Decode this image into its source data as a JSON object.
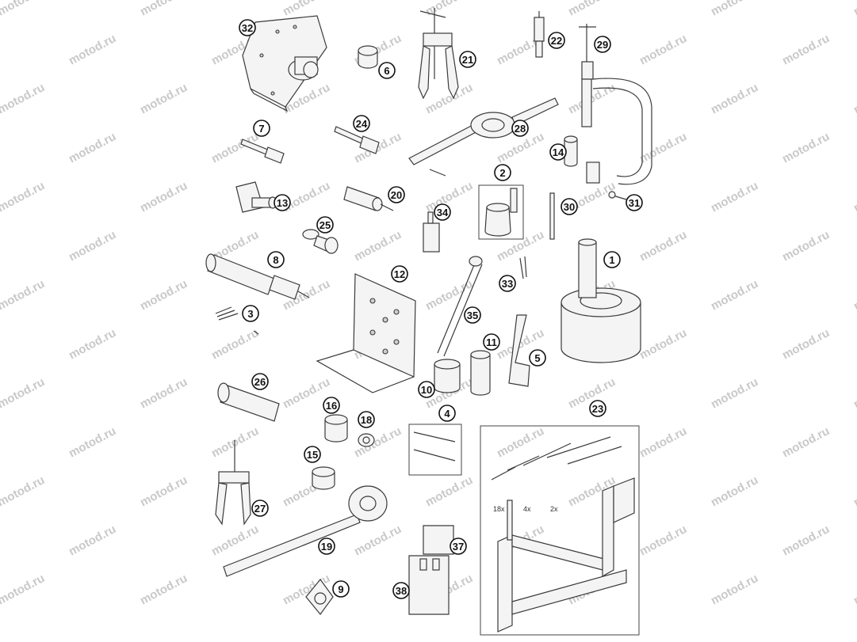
{
  "watermark": "motod.ru",
  "callouts": [
    "1",
    "2",
    "3",
    "4",
    "5",
    "6",
    "7",
    "8",
    "9",
    "10",
    "11",
    "12",
    "13",
    "14",
    "15",
    "16",
    "18",
    "19",
    "20",
    "21",
    "22",
    "23",
    "24",
    "25",
    "26",
    "27",
    "28",
    "29",
    "30",
    "31",
    "32",
    "33",
    "34",
    "35",
    "37",
    "38"
  ],
  "quantities": {
    "q18": "18x",
    "q4": "4x",
    "q2": "2x"
  }
}
